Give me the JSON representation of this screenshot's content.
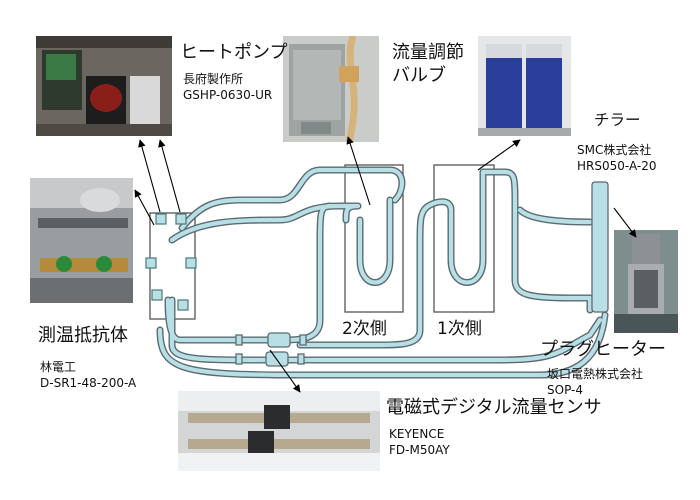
{
  "components": {
    "heat_pump": {
      "name": "ヒートポンプ",
      "maker": "長府製作所",
      "model": "GSHP-0630-UR",
      "photo_icon": "heat-pump-unit-photo"
    },
    "flow_valve": {
      "name_line1": "流量調節",
      "name_line2": "バルブ",
      "photo_icon": "flow-control-valve-photo"
    },
    "chiller": {
      "name": "チラー",
      "maker": "SMC株式会社",
      "model": "HRS050-A-20",
      "photo_icon": "chiller-units-photo"
    },
    "rtd": {
      "name": "測温抵抗体",
      "maker": "林電工",
      "model": "D-SR1-48-200-A",
      "photo_icon": "temperature-sensor-photo"
    },
    "plug_heater": {
      "name": "プラグヒーター",
      "maker": "坂口電熱株式会社",
      "model": "SOP-4",
      "photo_icon": "plug-heater-photo"
    },
    "flow_sensor": {
      "name": "電磁式デジタル流量センサ",
      "maker": "KEYENCE",
      "model": "FD-M50AY",
      "photo_icon": "flow-sensor-photo"
    }
  },
  "sides": {
    "secondary": "2次側",
    "primary": "1次側"
  },
  "colors": {
    "pipe": "#b9dfe6",
    "pipe_edge": "#5a6c72",
    "frame": "#555555",
    "arrow": "#000000"
  }
}
